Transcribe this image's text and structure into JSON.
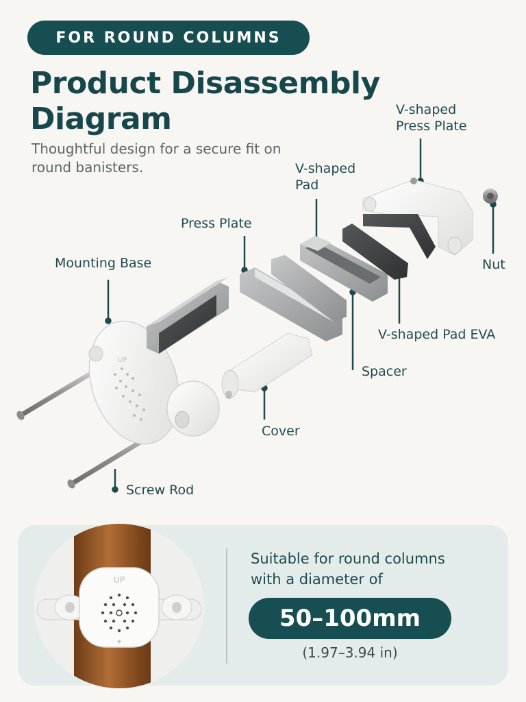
{
  "header": {
    "badge": "FOR ROUND COLUMNS",
    "title_line1": "Product Disassembly",
    "title_line2": "Diagram",
    "subtitle": "Thoughtful design for a secure fit on round banisters."
  },
  "parts": {
    "v_press_plate_1": "V-shaped",
    "v_press_plate_2": "Press Plate",
    "v_pad_1": "V-shaped",
    "v_pad_2": "Pad",
    "press_plate": "Press Plate",
    "mounting_base": "Mounting Base",
    "nut": "Nut",
    "v_pad_eva": "V-shaped Pad EVA",
    "spacer": "Spacer",
    "cover": "Cover",
    "screw_rod": "Screw Rod"
  },
  "product_mark": "UP",
  "spec": {
    "line1": "Suitable for round columns",
    "line2": "with a diameter of",
    "range": "50–100mm",
    "inches": "(1.97–3.94 in)"
  },
  "colors": {
    "accent": "#164e52",
    "panel": "#e3eceb",
    "part_white": "#f2f2f0",
    "part_gray": "#9fa2a3",
    "part_dark": "#3f4244",
    "wood": "#9a5a2a"
  }
}
